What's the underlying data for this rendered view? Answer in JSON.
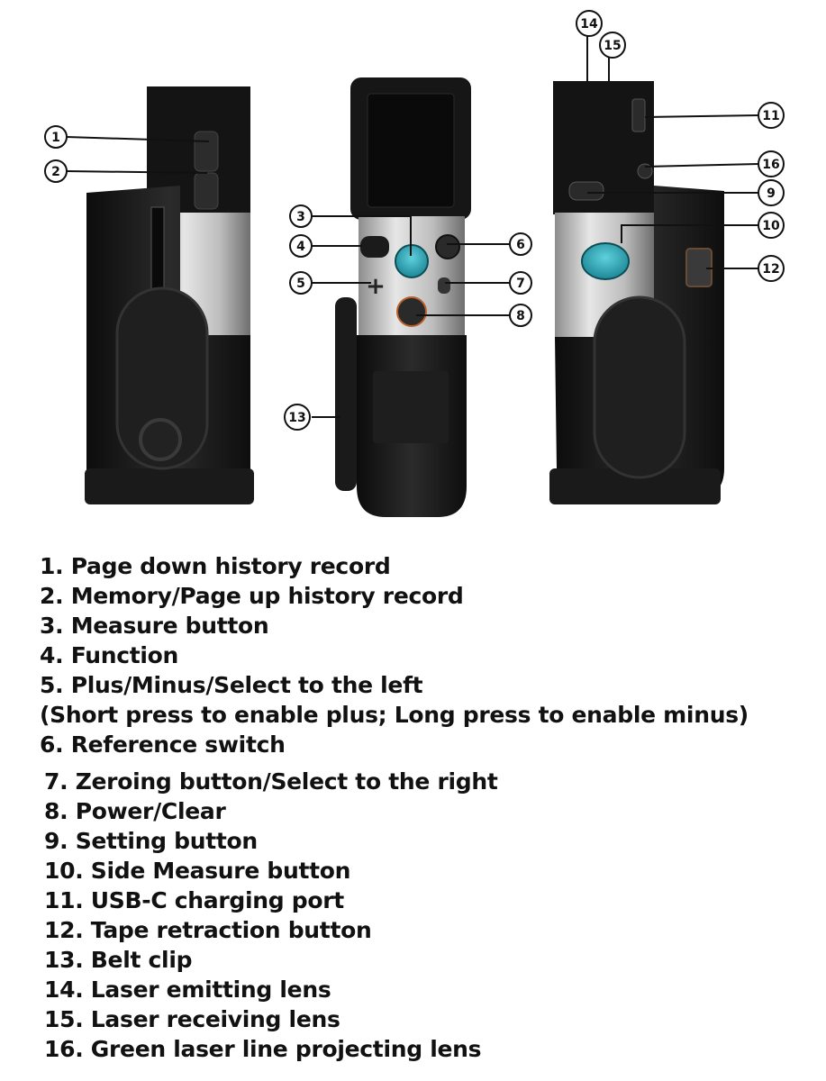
{
  "callouts": [
    "1",
    "2",
    "3",
    "4",
    "5",
    "6",
    "7",
    "8",
    "9",
    "10",
    "11",
    "12",
    "13",
    "14",
    "15",
    "16"
  ],
  "legend": [
    "1. Page down history record",
    "2. Memory/Page up history record",
    "3. Measure button",
    "4. Function",
    "5. Plus/Minus/Select to the left",
    "(Short press to enable plus; Long press to enable minus)",
    "6. Reference switch",
    "7. Zeroing button/Select to the right",
    "8. Power/Clear",
    "9. Setting button",
    "10. Side Measure button",
    "11. USB-C charging port",
    "12. Tape retraction button",
    "13. Belt clip",
    "14. Laser emitting lens",
    "15. Laser receiving lens",
    "16. Green laser line projecting lens"
  ],
  "colors": {
    "body_dark": "#161616",
    "body_mid": "#2a2a2a",
    "silver": "#c9c9c9",
    "accent_teal": "#2fa3b3",
    "screen": "#0a0a0a",
    "text": "#111111"
  }
}
